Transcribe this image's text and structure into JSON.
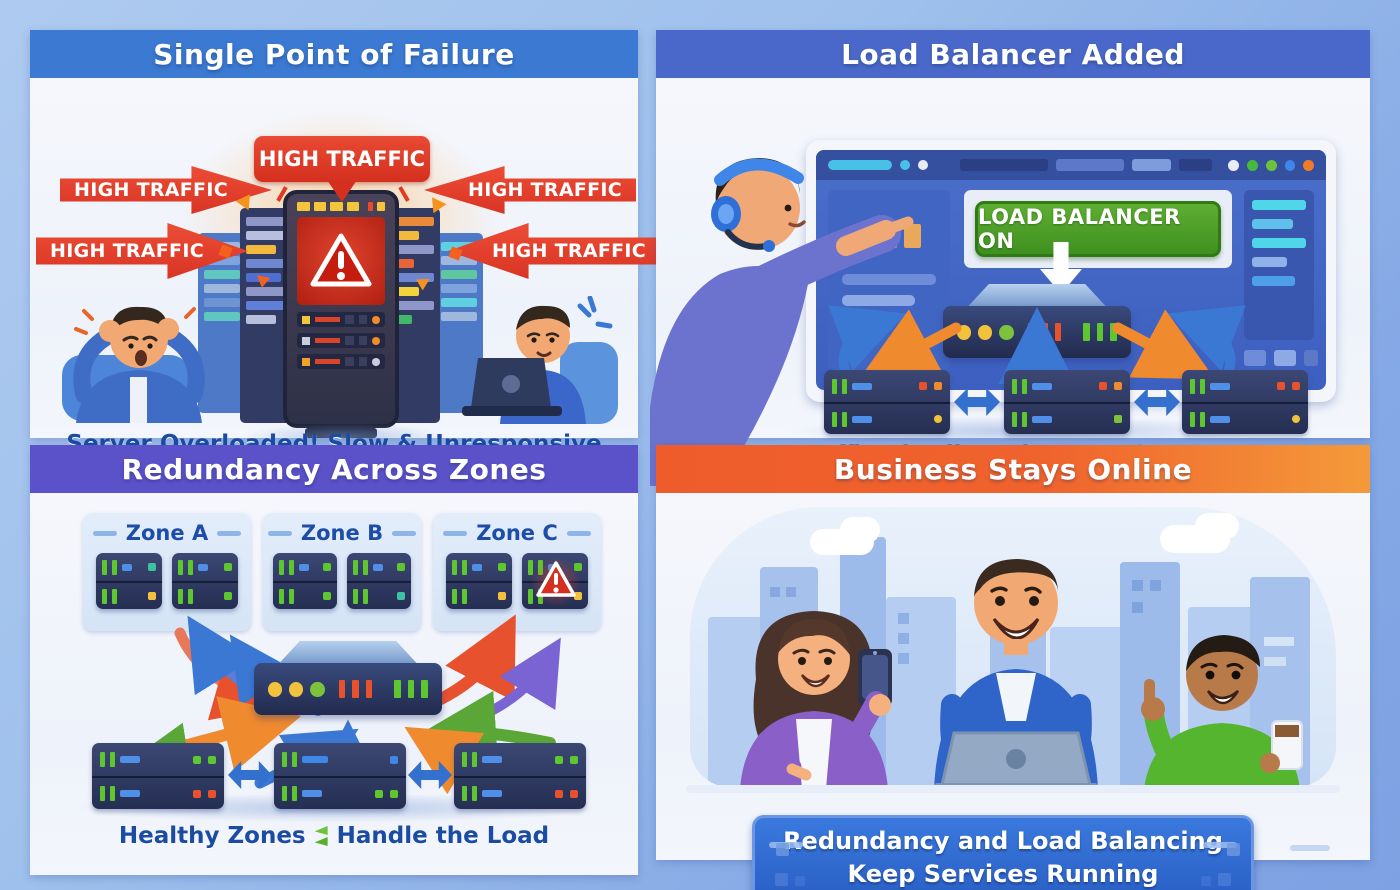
{
  "panels": {
    "spof": {
      "title": "Single Point of Failure",
      "high_traffic": "HIGH TRAFFIC",
      "caption": "Server Overloaded! Slow & Unresponsive"
    },
    "lb": {
      "title": "Load Balancer Added",
      "button_label": "LOAD BALANCER ON",
      "caption": "Traffic Distributed Across Servers"
    },
    "zones": {
      "title": "Redundancy Across Zones",
      "zone_labels": [
        "Zone A",
        "Zone B",
        "Zone C"
      ],
      "caption_left": "Healthy Zones",
      "caption_right": "Handle the Load"
    },
    "online": {
      "title": "Business Stays Online",
      "banner_line1": "Redundancy and Load Balancing",
      "banner_line2": "Keep Services Running"
    }
  },
  "colors": {
    "background": "#9fc1ec",
    "header_blue": "#3b79d2",
    "header_indigo": "#4a68c9",
    "header_purple": "#5b51c8",
    "header_orange": "#f0622b",
    "traffic_red": "#d93425",
    "button_green": "#3f9b27",
    "caption_blue": "#1b4ba3",
    "server_navy": "#252e52",
    "banner_blue": "#2a60c6"
  }
}
